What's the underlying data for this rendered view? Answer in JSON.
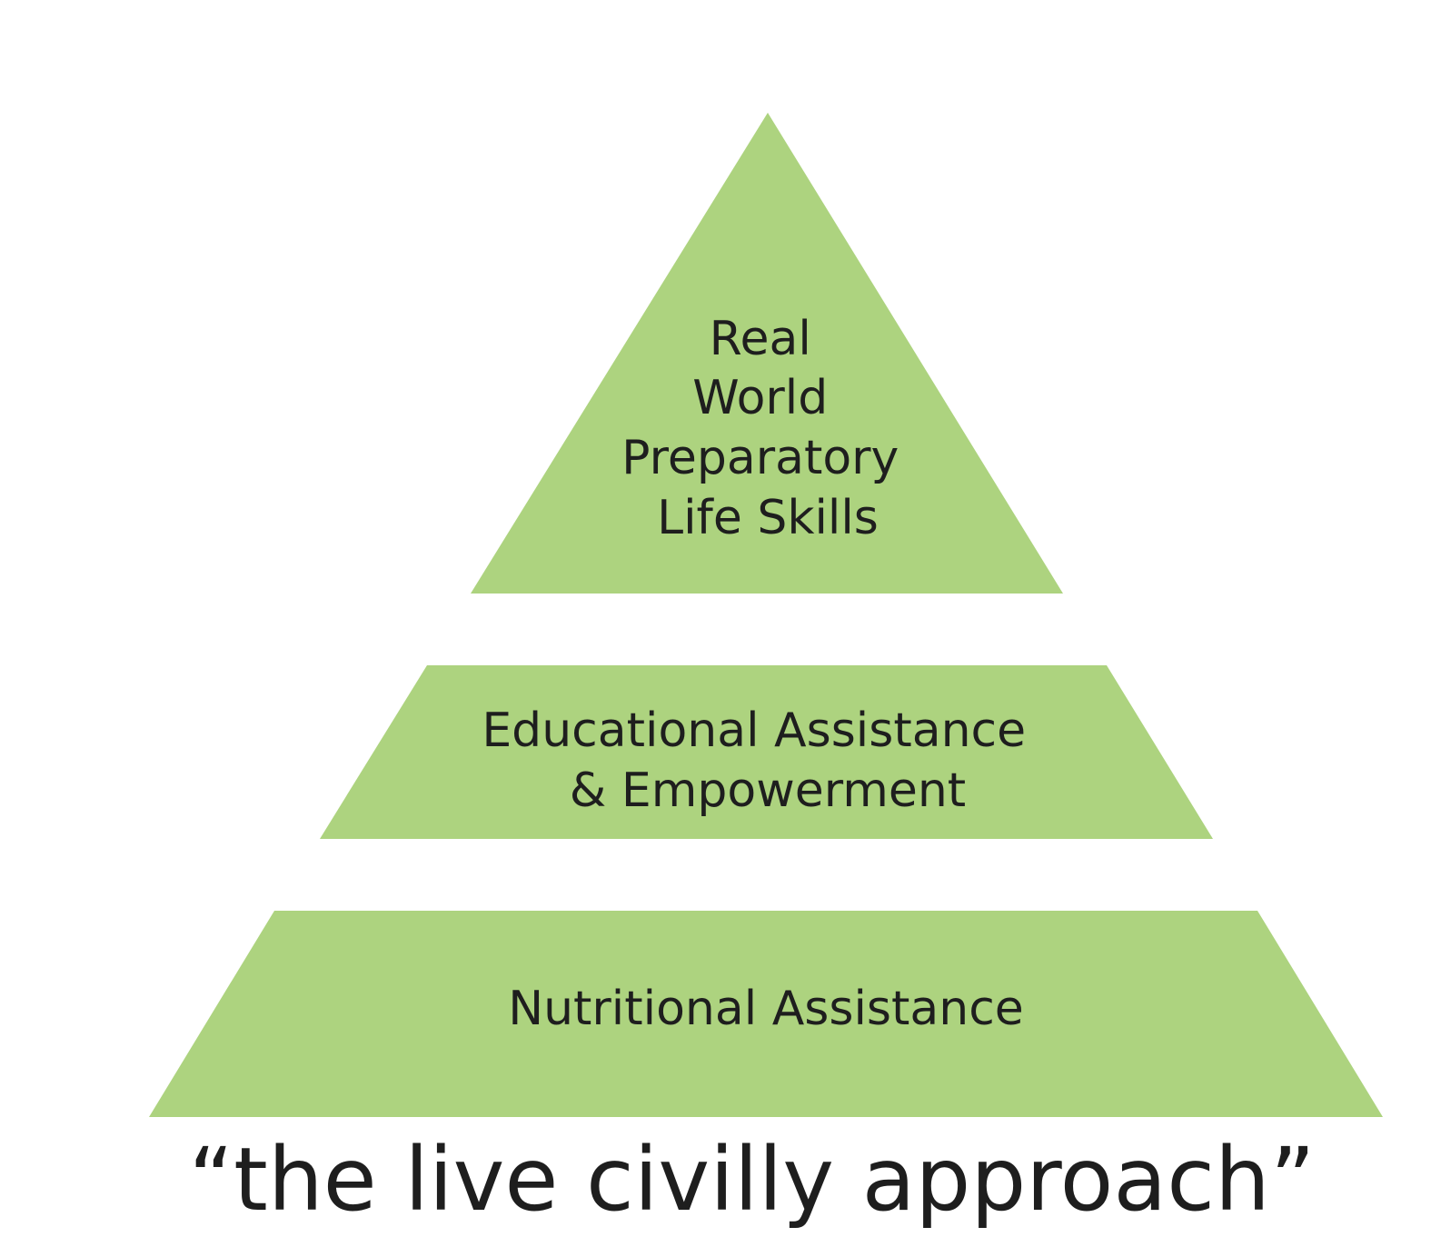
{
  "pyramid": {
    "fill_color": "#add37f",
    "text_color": "#1e1e1e",
    "tiers": [
      {
        "lines": [
          "Real",
          "World",
          "Preparatory",
          "Life Skills"
        ]
      },
      {
        "lines": [
          "Educational Assistance",
          "& Empowerment"
        ]
      },
      {
        "lines": [
          "Nutritional Assistance"
        ]
      }
    ]
  },
  "caption": "“the live civilly approach”"
}
